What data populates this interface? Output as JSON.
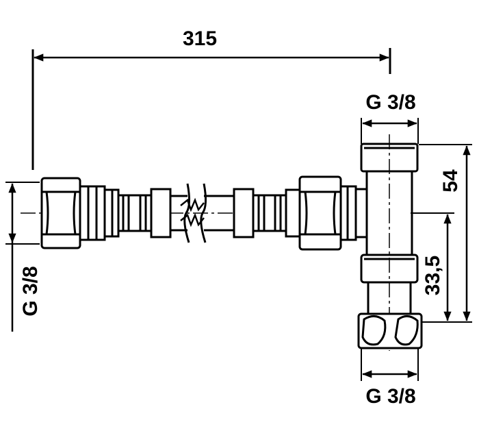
{
  "dimensions": {
    "overall_length": "315",
    "left_thread": "G 3/8",
    "top_thread": "G 3/8",
    "bottom_thread": "G 3/8",
    "height": "54",
    "center_height": "33,5"
  },
  "colors": {
    "line": "#000000",
    "background": "#ffffff"
  }
}
